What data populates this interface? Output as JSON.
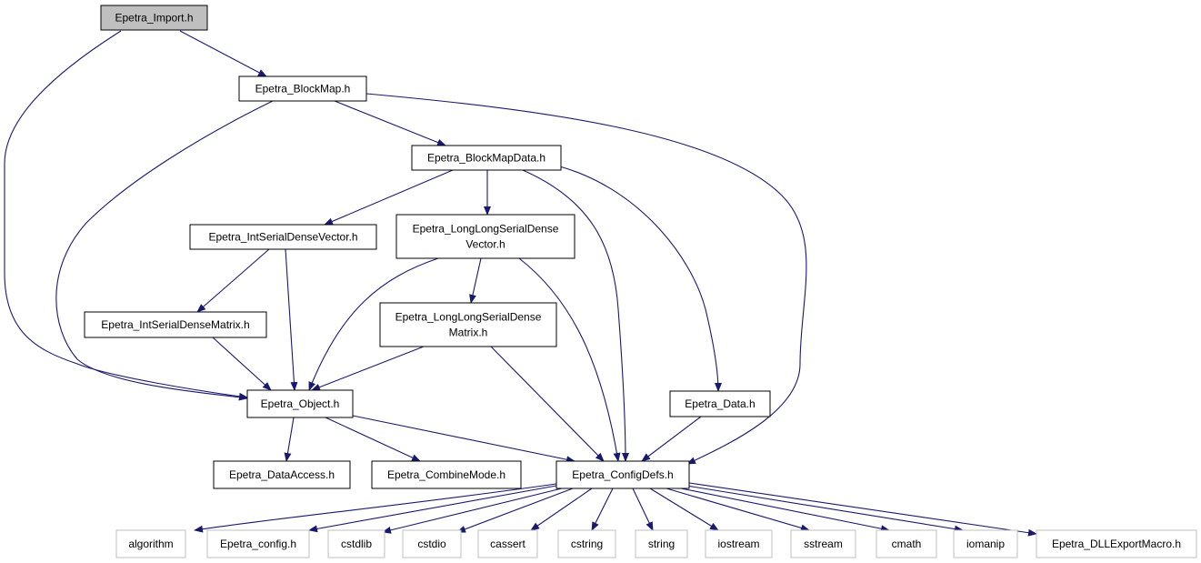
{
  "colors": {
    "edge": "#191970",
    "node_border": "#000000",
    "external_border": "#bfbfbf",
    "root_fill": "#bfbfbf",
    "fill": "#ffffff",
    "text": "#000000"
  },
  "nodes": [
    {
      "id": "import",
      "lines": [
        "Epetra_Import.h"
      ],
      "kind": "root"
    },
    {
      "id": "blockmap",
      "lines": [
        "Epetra_BlockMap.h"
      ],
      "kind": "local"
    },
    {
      "id": "blockmapdata",
      "lines": [
        "Epetra_BlockMapData.h"
      ],
      "kind": "local"
    },
    {
      "id": "isdv",
      "lines": [
        "Epetra_IntSerialDenseVector.h"
      ],
      "kind": "local"
    },
    {
      "id": "llsdv",
      "lines": [
        "Epetra_LongLongSerialDense",
        "Vector.h"
      ],
      "kind": "local"
    },
    {
      "id": "isdm",
      "lines": [
        "Epetra_IntSerialDenseMatrix.h"
      ],
      "kind": "local"
    },
    {
      "id": "llsdm",
      "lines": [
        "Epetra_LongLongSerialDense",
        "Matrix.h"
      ],
      "kind": "local"
    },
    {
      "id": "object",
      "lines": [
        "Epetra_Object.h"
      ],
      "kind": "local"
    },
    {
      "id": "data",
      "lines": [
        "Epetra_Data.h"
      ],
      "kind": "local"
    },
    {
      "id": "dataaccess",
      "lines": [
        "Epetra_DataAccess.h"
      ],
      "kind": "local"
    },
    {
      "id": "combinemode",
      "lines": [
        "Epetra_CombineMode.h"
      ],
      "kind": "local"
    },
    {
      "id": "configdefs",
      "lines": [
        "Epetra_ConfigDefs.h"
      ],
      "kind": "local"
    },
    {
      "id": "algorithm",
      "lines": [
        "algorithm"
      ],
      "kind": "external"
    },
    {
      "id": "config",
      "lines": [
        "Epetra_config.h"
      ],
      "kind": "external"
    },
    {
      "id": "cstdlib",
      "lines": [
        "cstdlib"
      ],
      "kind": "external"
    },
    {
      "id": "cstdio",
      "lines": [
        "cstdio"
      ],
      "kind": "external"
    },
    {
      "id": "cassert",
      "lines": [
        "cassert"
      ],
      "kind": "external"
    },
    {
      "id": "cstring",
      "lines": [
        "cstring"
      ],
      "kind": "external"
    },
    {
      "id": "string",
      "lines": [
        "string"
      ],
      "kind": "external"
    },
    {
      "id": "iostream",
      "lines": [
        "iostream"
      ],
      "kind": "external"
    },
    {
      "id": "sstream",
      "lines": [
        "sstream"
      ],
      "kind": "external"
    },
    {
      "id": "cmath",
      "lines": [
        "cmath"
      ],
      "kind": "external"
    },
    {
      "id": "iomanip",
      "lines": [
        "iomanip"
      ],
      "kind": "external"
    },
    {
      "id": "dllexport",
      "lines": [
        "Epetra_DLLExportMacro.h"
      ],
      "kind": "external"
    }
  ],
  "edges": [
    {
      "from": "import",
      "to": "blockmap"
    },
    {
      "from": "import",
      "to": "object"
    },
    {
      "from": "blockmap",
      "to": "blockmapdata"
    },
    {
      "from": "blockmap",
      "to": "object"
    },
    {
      "from": "blockmap",
      "to": "configdefs"
    },
    {
      "from": "blockmapdata",
      "to": "isdv"
    },
    {
      "from": "blockmapdata",
      "to": "llsdv"
    },
    {
      "from": "blockmapdata",
      "to": "configdefs"
    },
    {
      "from": "blockmapdata",
      "to": "data"
    },
    {
      "from": "isdv",
      "to": "isdm"
    },
    {
      "from": "isdv",
      "to": "object"
    },
    {
      "from": "llsdv",
      "to": "object"
    },
    {
      "from": "llsdv",
      "to": "llsdm"
    },
    {
      "from": "llsdv",
      "to": "configdefs"
    },
    {
      "from": "isdm",
      "to": "object"
    },
    {
      "from": "llsdm",
      "to": "object"
    },
    {
      "from": "llsdm",
      "to": "configdefs"
    },
    {
      "from": "object",
      "to": "dataaccess"
    },
    {
      "from": "object",
      "to": "combinemode"
    },
    {
      "from": "object",
      "to": "configdefs"
    },
    {
      "from": "data",
      "to": "configdefs"
    },
    {
      "from": "configdefs",
      "to": "algorithm"
    },
    {
      "from": "configdefs",
      "to": "config"
    },
    {
      "from": "configdefs",
      "to": "cstdlib"
    },
    {
      "from": "configdefs",
      "to": "cstdio"
    },
    {
      "from": "configdefs",
      "to": "cassert"
    },
    {
      "from": "configdefs",
      "to": "cstring"
    },
    {
      "from": "configdefs",
      "to": "string"
    },
    {
      "from": "configdefs",
      "to": "iostream"
    },
    {
      "from": "configdefs",
      "to": "sstream"
    },
    {
      "from": "configdefs",
      "to": "cmath"
    },
    {
      "from": "configdefs",
      "to": "iomanip"
    },
    {
      "from": "configdefs",
      "to": "dllexport"
    }
  ]
}
